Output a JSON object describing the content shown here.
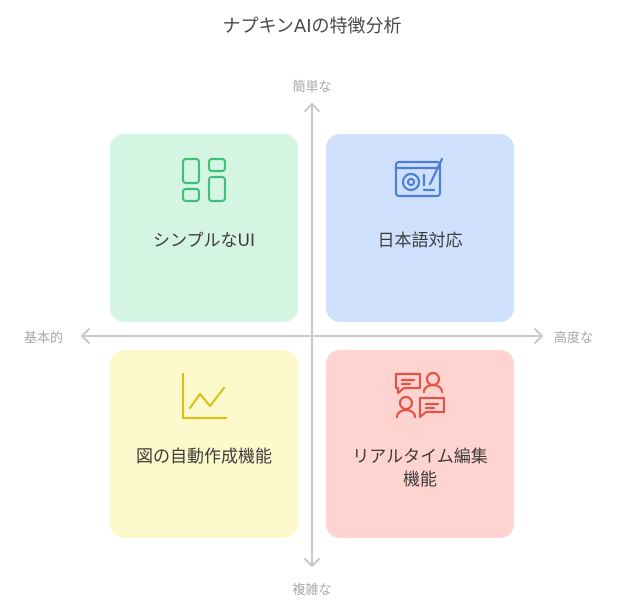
{
  "title": "ナプキンAIの特徴分析",
  "axes": {
    "top": "簡単な",
    "bottom": "複雑な",
    "left": "基本的",
    "right": "高度な"
  },
  "quadrants": {
    "top_left": {
      "label": "シンプルなUI",
      "icon": "layout-grid-icon",
      "color": "#d5f5e3",
      "icon_color": "#3fc07a"
    },
    "top_right": {
      "label": "日本語対応",
      "icon": "tablet-device-icon",
      "color": "#cfe0fc",
      "icon_color": "#4a7fd4"
    },
    "bottom_left": {
      "label": "図の自動作成機能",
      "icon": "line-chart-icon",
      "color": "#fdf9cc",
      "icon_color": "#d6c21a"
    },
    "bottom_right": {
      "label_line1": "リアルタイム編集",
      "label_line2": "機能",
      "icon": "chat-users-icon",
      "color": "#ffd3d0",
      "icon_color": "#e05548"
    }
  }
}
